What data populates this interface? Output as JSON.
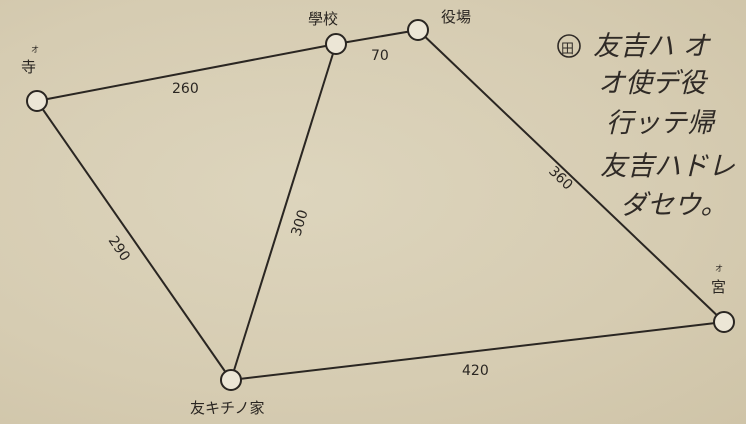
{
  "nodes": {
    "tera": {
      "prefix": "オ",
      "label": "寺"
    },
    "gakko": {
      "label": "學校"
    },
    "yakuba": {
      "label": "役場"
    },
    "miya": {
      "prefix": "オ",
      "label": "宮"
    },
    "tomokichi": {
      "label": "友キチノ家"
    }
  },
  "edges": {
    "tera_gakko": "260",
    "gakko_yakuba": "70",
    "yakuba_miya": "360",
    "tera_tomokichi": "290",
    "gakko_tomokichi": "300",
    "tomokichi_miya": "420"
  },
  "handwritten": {
    "mark": "田",
    "lines": [
      "友吉ハ オ",
      "オ使デ役",
      "行ッテ帰",
      "友吉ハドレ",
      "ダセウ。"
    ]
  }
}
